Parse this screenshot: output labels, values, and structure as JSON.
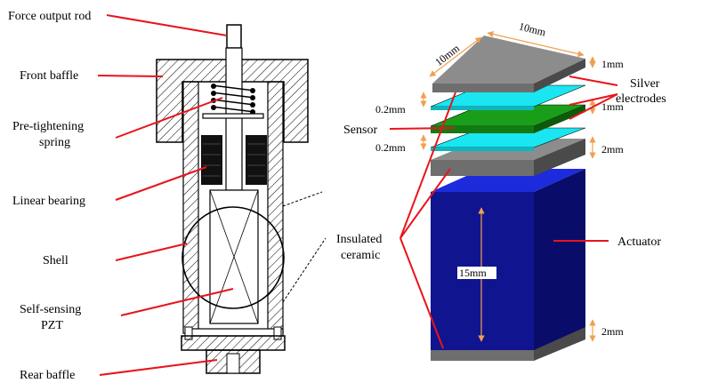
{
  "left_labels": {
    "force_output_rod": "Force output rod",
    "front_baffle": "Front baffle",
    "pre_tightening_line1": "Pre-tightening",
    "pre_tightening_line2": "spring",
    "linear_bearing": "Linear bearing",
    "shell": "Shell",
    "self_sensing_line1": "Self-sensing",
    "self_sensing_line2": "PZT",
    "rear_baffle": "Rear baffle"
  },
  "right_labels": {
    "sensor": "Sensor",
    "silver_line1": "Silver",
    "silver_line2": "electrodes",
    "insulated_line1": "Insulated",
    "insulated_line2": "ceramic",
    "actuator": "Actuator"
  },
  "dimensions": {
    "width_left": "10mm",
    "width_top": "10mm",
    "top_ceramic_thickness": "1mm",
    "electrode_top_thickness": "0.2mm",
    "sensor_thickness": "1mm",
    "electrode_bottom_thickness": "0.2mm",
    "mid_ceramic_thickness": "2mm",
    "actuator_height": "15mm",
    "bottom_ceramic_thickness": "2mm"
  },
  "colors": {
    "leader_line": "#e8141b",
    "dimension_arrow": "#f0a050",
    "ceramic_top": "#8c8c8c",
    "ceramic_front": "#6e6e6e",
    "ceramic_side": "#4a4a4a",
    "electrode": "#19e6f0",
    "sensor": "#1a9e1a",
    "actuator_top": "#1c2bdc",
    "actuator_front": "#11148f",
    "actuator_side": "#0a0c6a"
  }
}
